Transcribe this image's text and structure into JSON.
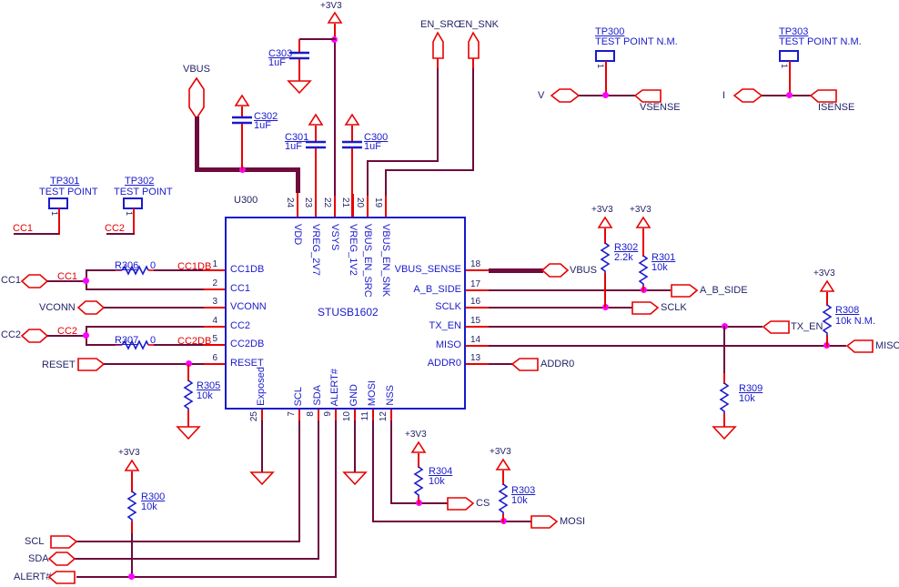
{
  "ic": {
    "ref": "U300",
    "part": "STUSB1602",
    "pins_top": [
      {
        "num": "24",
        "name": "VDD"
      },
      {
        "num": "23",
        "name": "VREG_2V7"
      },
      {
        "num": "22",
        "name": "VSYS"
      },
      {
        "num": "21",
        "name": "VREG_1V2"
      },
      {
        "num": "20",
        "name": "VBUS_EN_SRC"
      },
      {
        "num": "19",
        "name": "VBUS_EN_SNK"
      }
    ],
    "pins_left": [
      {
        "num": "1",
        "name": "CC1DB"
      },
      {
        "num": "2",
        "name": "CC1"
      },
      {
        "num": "3",
        "name": "VCONN"
      },
      {
        "num": "4",
        "name": "CC2"
      },
      {
        "num": "5",
        "name": "CC2DB"
      },
      {
        "num": "6",
        "name": "RESET"
      }
    ],
    "pins_right": [
      {
        "num": "18",
        "name": "VBUS_SENSE"
      },
      {
        "num": "17",
        "name": "A_B_SIDE"
      },
      {
        "num": "16",
        "name": "SCLK"
      },
      {
        "num": "15",
        "name": "TX_EN"
      },
      {
        "num": "14",
        "name": "MISO"
      },
      {
        "num": "13",
        "name": "ADDR0"
      }
    ],
    "pins_bottom": [
      {
        "num": "25",
        "name": "Exposed"
      },
      {
        "num": "7",
        "name": "SCL"
      },
      {
        "num": "8",
        "name": "SDA"
      },
      {
        "num": "9",
        "name": "ALERT#"
      },
      {
        "num": "10",
        "name": "GND"
      },
      {
        "num": "11",
        "name": "MOSI"
      },
      {
        "num": "12",
        "name": "NSS"
      }
    ]
  },
  "power": {
    "v3v3": "+3V3"
  },
  "capacitors": {
    "c300": {
      "ref": "C300",
      "value": "1uF"
    },
    "c301": {
      "ref": "C301",
      "value": "1uF"
    },
    "c302": {
      "ref": "C302",
      "value": "1uF"
    },
    "c303": {
      "ref": "C303",
      "value": "1uF"
    }
  },
  "resistors": {
    "r300": {
      "ref": "R300",
      "value": "10k"
    },
    "r301": {
      "ref": "R301",
      "value": "10k"
    },
    "r302": {
      "ref": "R302",
      "value": "2.2k"
    },
    "r303": {
      "ref": "R303",
      "value": "10k"
    },
    "r304": {
      "ref": "R304",
      "value": "10k"
    },
    "r305": {
      "ref": "R305",
      "value": "10k"
    },
    "r306": {
      "ref": "R306",
      "value": "0"
    },
    "r307": {
      "ref": "R307",
      "value": "0"
    },
    "r308": {
      "ref": "R308",
      "value": "10k N.M."
    },
    "r309": {
      "ref": "R309",
      "value": "10k"
    }
  },
  "test_points": {
    "tp300": {
      "ref": "TP300",
      "desc": "TEST POINT N.M.",
      "pin": "1"
    },
    "tp301": {
      "ref": "TP301",
      "desc": "TEST POINT",
      "pin": "1"
    },
    "tp302": {
      "ref": "TP302",
      "desc": "TEST POINT",
      "pin": "1"
    },
    "tp303": {
      "ref": "TP303",
      "desc": "TEST POINT N.M.",
      "pin": "1"
    }
  },
  "ports": {
    "vbus_top": "VBUS",
    "en_src": "EN_SRC",
    "en_snk": "EN_SNK",
    "v": "V",
    "vsense": "VSENSE",
    "i": "I",
    "isense": "ISENSE",
    "cc1": "CC1",
    "vconn": "VCONN",
    "cc2": "CC2",
    "reset": "RESET",
    "scl": "SCL",
    "sda": "SDA",
    "alert": "ALERT#",
    "vbus": "VBUS",
    "a_b_side": "A_B_SIDE",
    "sclk": "SCLK",
    "tx_en": "TX_EN",
    "miso": "MISO",
    "addr0": "ADDR0",
    "cs": "CS",
    "mosi": "MOSI"
  },
  "net_labels": {
    "cc1": "CC1",
    "cc2": "CC2",
    "cc1db": "CC1DB",
    "cc2db": "CC2DB",
    "tp301_net": "CC1",
    "tp302_net": "CC2"
  },
  "colors": {
    "wire": "#6e0a3c",
    "pin_red": "#e80000",
    "symbol_blue": "#1a1acc",
    "text_navy": "#232368",
    "net_red": "#e00000",
    "junction": "#ff00ff"
  }
}
